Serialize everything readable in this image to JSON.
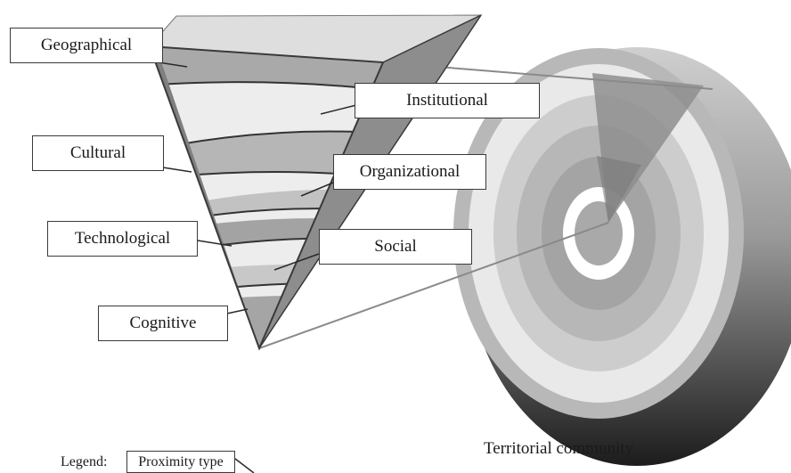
{
  "labels": {
    "geographical": "Geographical",
    "institutional": "Institutional",
    "cultural": "Cultural",
    "organizational": "Organizational",
    "technological": "Technological",
    "social": "Social",
    "cognitive": "Cognitive"
  },
  "territorial_community": "Territorial community",
  "legend": {
    "prefix": "Legend:",
    "item": "Proximity type"
  },
  "colors": {
    "band_dark": "#a9a9a9",
    "band_light": "#ececec",
    "side_face": "#8e8e8e",
    "top_face": "#d9d9d9",
    "outline": "#3a3a3a"
  }
}
